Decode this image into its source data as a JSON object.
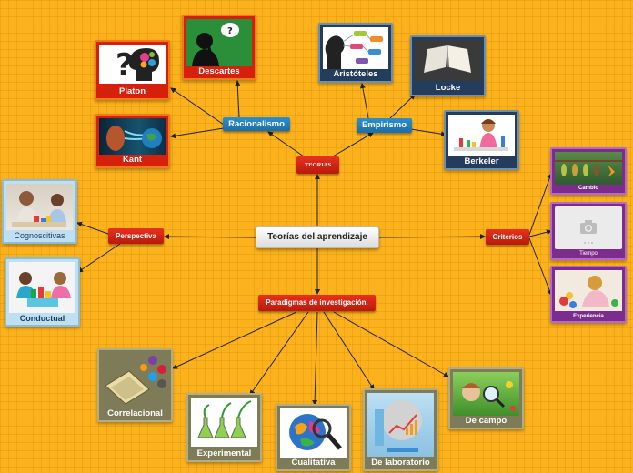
{
  "center": "Teorías del aprendizaje",
  "branches": {
    "teorias": "TEORIAS",
    "perspectiva": "Perspectiva",
    "criterios": "Criterios",
    "paradigmas": "Paradigmas de investigación."
  },
  "subbranches": {
    "racionalismo": "Racionalismo",
    "empirismo": "Empirismo"
  },
  "cards": {
    "platon": "Platon",
    "descartes": "Descartes",
    "kant": "Kant",
    "aristoteles": "Aristóteles",
    "locke": "Locke",
    "berkeler": "Berkeler",
    "cognoscitivas": "Cognoscitivas",
    "conductual": "Conductual",
    "cambio": "Cambio",
    "tiempo": "Tiempo",
    "experiencia": "Experiencia",
    "correlacional": "Correlacional",
    "experimental": "Experimental",
    "cualitativa": "Cualitativa",
    "de_laboratorio": "De laboratorio",
    "de_campo": "De campo"
  },
  "colors": {
    "background": "#fbb21d",
    "branch_red": "#d5200c",
    "subbranch_blue": "#2c8fd0",
    "link": "#222222"
  },
  "icons": {
    "tiempo_placeholder": "camera-icon"
  }
}
